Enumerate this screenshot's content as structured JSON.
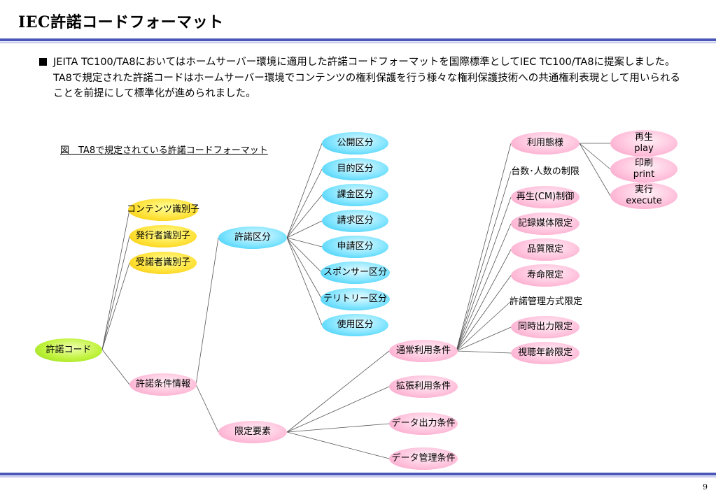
{
  "title": "IEC許諾コードフォーマット",
  "bullet": "JEITA TC100/TA8においてはホームサーバー環境に適用した許諾コードフォーマットを国際標準としてIEC TC100/TA8に提案しました。TA8で規定された許諾コードはホームサーバー環境でコンテンツの権利保護を行う様々な権利保護技術への共通権利表現として用いられることを前提にして標準化が進められました。",
  "caption": "図　TA8で規定されている許諾コードフォーマット",
  "page_number": "9",
  "nodes": {
    "root": "許諾コード",
    "content_id": "コンテンツ識別子",
    "issuer_id": "発行者識別子",
    "receiver_id": "受諾者識別子",
    "license_cond": "許諾条件情報",
    "license_class": "許諾区分",
    "limit_elem": "限定要素",
    "public_class": "公開区分",
    "purpose_class": "目的区分",
    "charge_class": "課金区分",
    "billing_class": "請求区分",
    "apply_class": "申請区分",
    "sponsor_class": "スポンサー区分",
    "territory_class": "テリトリー区分",
    "use_class": "使用区分",
    "normal_use": "通常利用条件",
    "ext_use": "拡張利用条件",
    "data_output": "データ出力条件",
    "data_mgmt": "データ管理条件",
    "use_mode": "利用態様",
    "device_limit": "台数･人数の制限",
    "cm_limit": "再生(CM)制御",
    "media_limit": "記録媒体限定",
    "quality_limit": "品質限定",
    "life_limit": "寿命限定",
    "mgmt_limit": "許諾管理方式限定",
    "simul_limit": "同時出力限定",
    "age_limit": "視聴年齢限定",
    "play_ja": "再生",
    "play_en": "play",
    "print_ja": "印刷",
    "print_en": "print",
    "exec_ja": "実行",
    "exec_en": "execute"
  }
}
